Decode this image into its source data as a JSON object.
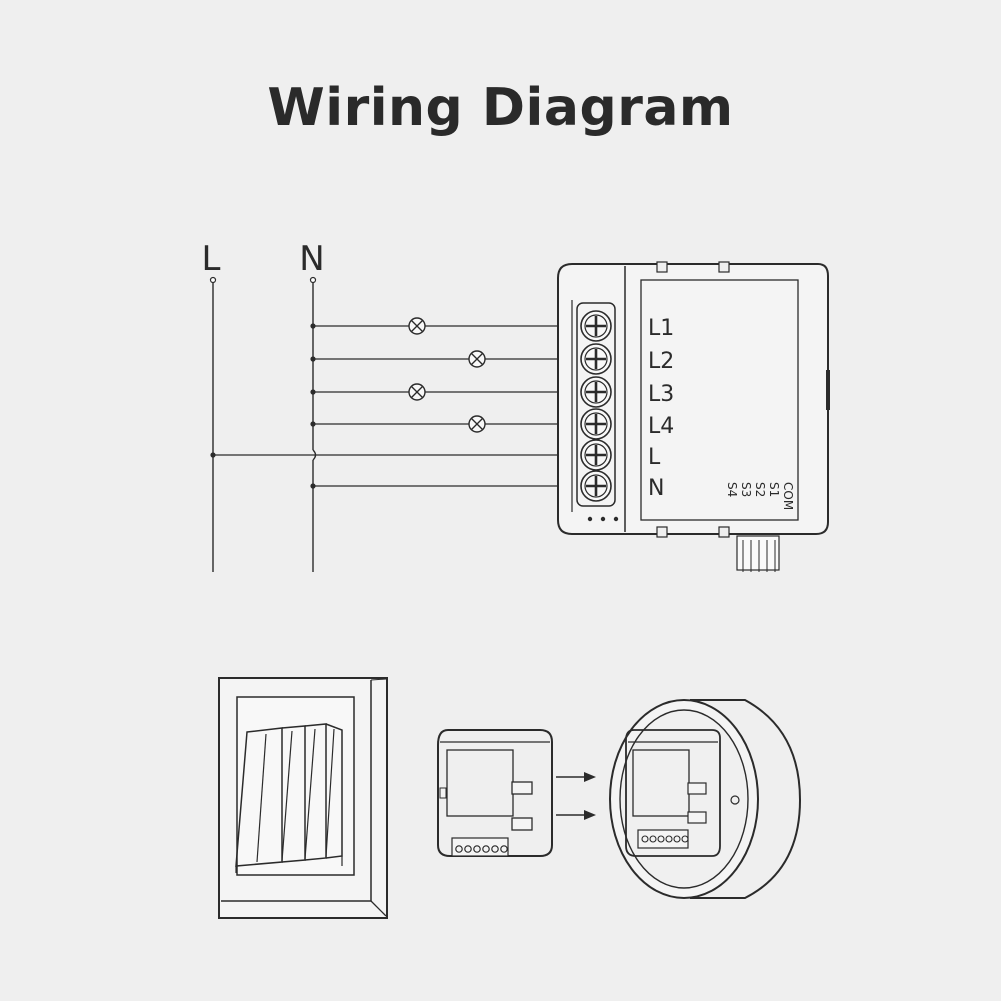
{
  "title": "Wiring Diagram",
  "mains": {
    "live": "L",
    "neutral": "N"
  },
  "terminals": [
    "L1",
    "L2",
    "L3",
    "L4",
    "L",
    "N"
  ],
  "switch_terminals": [
    "COM",
    "S1",
    "S2",
    "S3",
    "S4"
  ],
  "lamp_icon": "lamp-icon"
}
